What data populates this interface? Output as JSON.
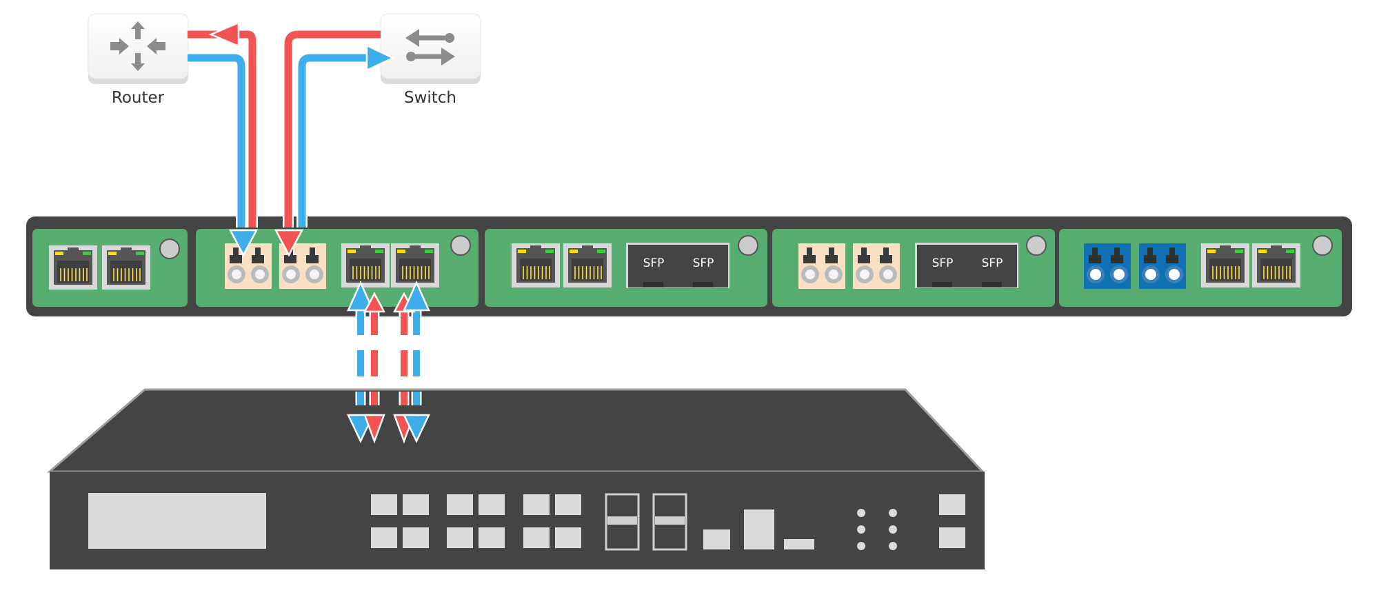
{
  "devices": {
    "router": {
      "label": "Router",
      "icon": "router-icon"
    },
    "switch": {
      "label": "Switch",
      "icon": "switch-icon"
    }
  },
  "chassis": {
    "modules": [
      {
        "ports": [
          "rj45",
          "rj45"
        ]
      },
      {
        "ports": [
          "sc-duplex-multimode",
          "sc-duplex-multimode",
          "rj45",
          "rj45"
        ]
      },
      {
        "ports": [
          "rj45",
          "rj45",
          "sfp",
          "sfp"
        ]
      },
      {
        "ports": [
          "sc-duplex-multimode",
          "sc-duplex-multimode",
          "sfp",
          "sfp"
        ]
      },
      {
        "ports": [
          "sc-duplex-singlemode",
          "sc-duplex-singlemode",
          "rj45",
          "rj45"
        ]
      }
    ],
    "sfp_label": "SFP"
  },
  "colors": {
    "tx": "#3daee9",
    "rx": "#f25454",
    "module_green": "#56ad6f",
    "chassis_dark": "#444444",
    "multimode_port": "#f9dfc4",
    "singlemode_port": "#1271b5"
  }
}
